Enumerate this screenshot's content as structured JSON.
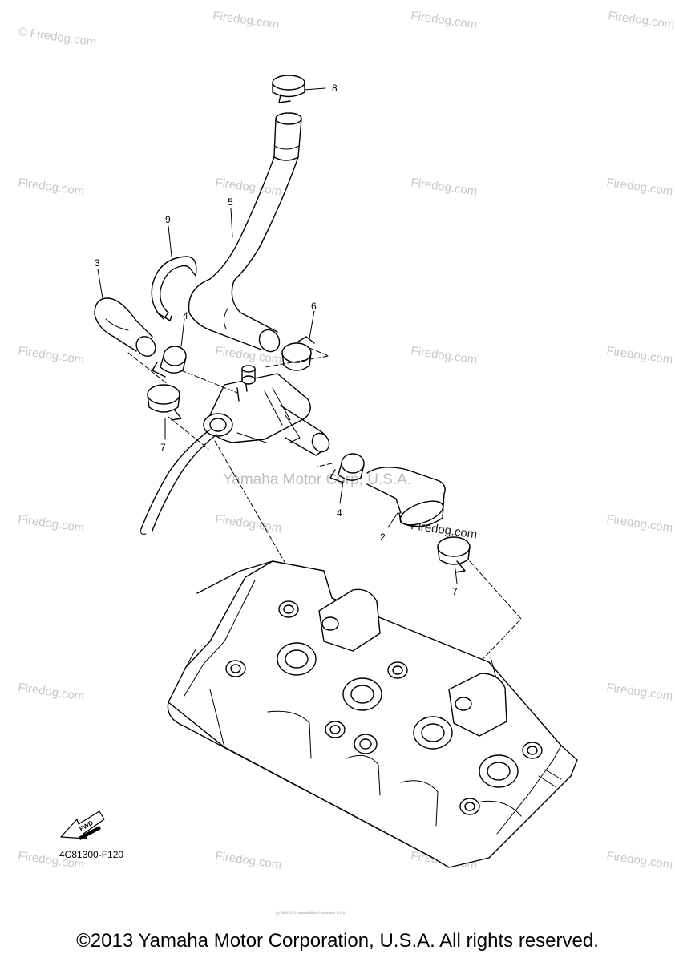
{
  "watermark": {
    "text": "Firedog.com",
    "center_text": "Yamaha Motor Corp, U.S.A.",
    "inline_text": "Firedog.com"
  },
  "callouts": [
    "8",
    "5",
    "9",
    "3",
    "4",
    "6",
    "7",
    "4",
    "2",
    "7"
  ],
  "part_number": "4C81300-F120",
  "fwd_label": "FWD",
  "small_notice": "(c) 2005-2015 Yamaha Motor Corporation, U.S.A.",
  "copyright": "©2013 Yamaha Motor Corporation, U.S.A. All rights reserved."
}
